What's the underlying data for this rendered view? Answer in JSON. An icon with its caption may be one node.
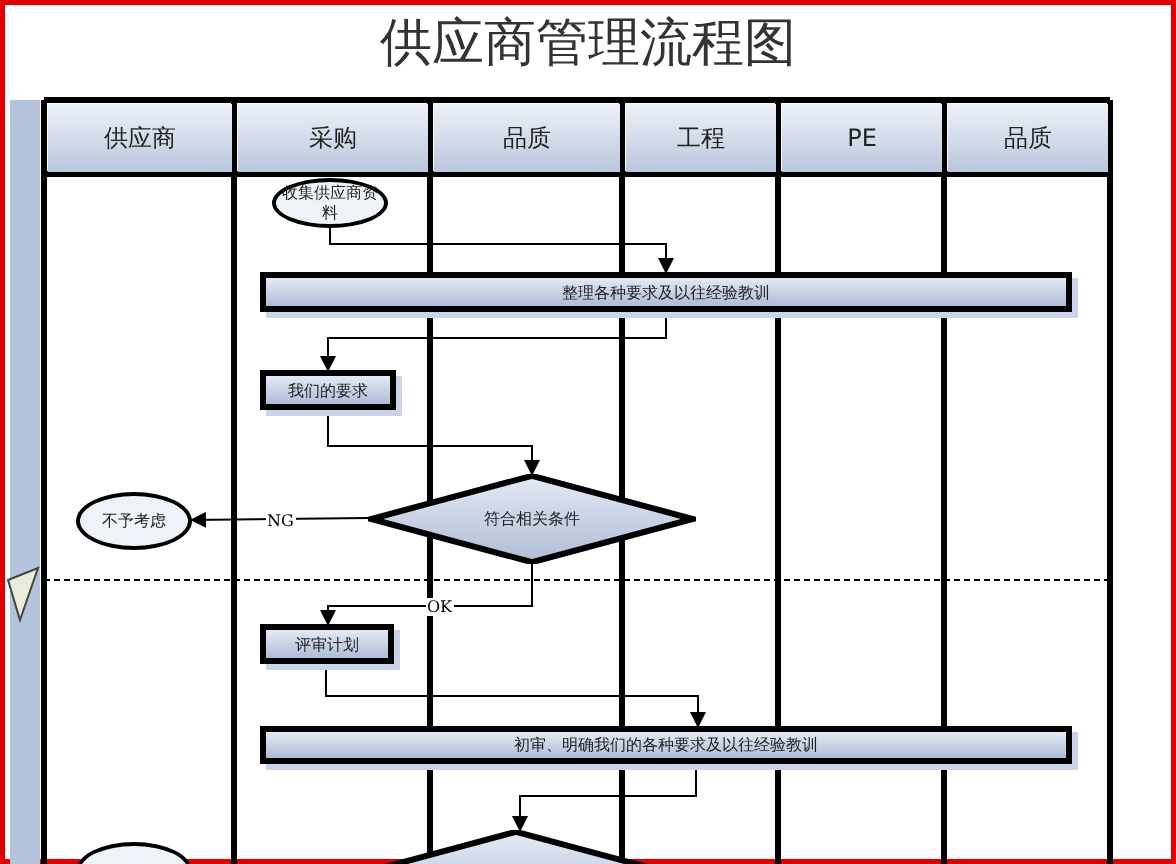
{
  "diagram": {
    "title": "供应商管理流程图",
    "nodes": [
      {
        "text": [
          "供应商"
        ]
      },
      {
        "text": [
          "采购"
        ]
      },
      {
        "text": [
          "品质"
        ]
      },
      {
        "text": [
          "工程"
        ]
      },
      {
        "text": [
          "PE"
        ]
      },
      {
        "text": [
          "品质"
        ]
      },
      {
        "text": [
          "收集供应商资料"
        ]
      },
      {
        "text": [
          "整理各种要求及以往经验教训"
        ]
      },
      {
        "text": [
          "我们的要求"
        ]
      },
      {
        "text": [
          "符合相关条件"
        ]
      },
      {
        "text": [
          "不予考虑"
        ]
      },
      {
        "text": [
          "评审计划"
        ]
      },
      {
        "text": [
          "初审、明确我们的各种要求及以往经验教训"
        ]
      },
      {
        "text": [],
        "shape": "circle"
      },
      {
        "text": [],
        "shape": "diamond"
      }
    ],
    "edges": [
      {
        "from": 6,
        "to": 7,
        "arrow": "to"
      },
      {
        "from": 7,
        "to": 8,
        "arrow": "to"
      },
      {
        "from": 8,
        "to": 9,
        "arrow": "to"
      },
      {
        "from": 9,
        "to": 10,
        "arrow": "to",
        "label": "NG"
      },
      {
        "from": 9,
        "to": 11,
        "arrow": "to",
        "label": "OK"
      },
      {
        "from": 11,
        "to": 12,
        "arrow": "to"
      },
      {
        "from": 12,
        "to": 14,
        "arrow": "to"
      }
    ]
  }
}
